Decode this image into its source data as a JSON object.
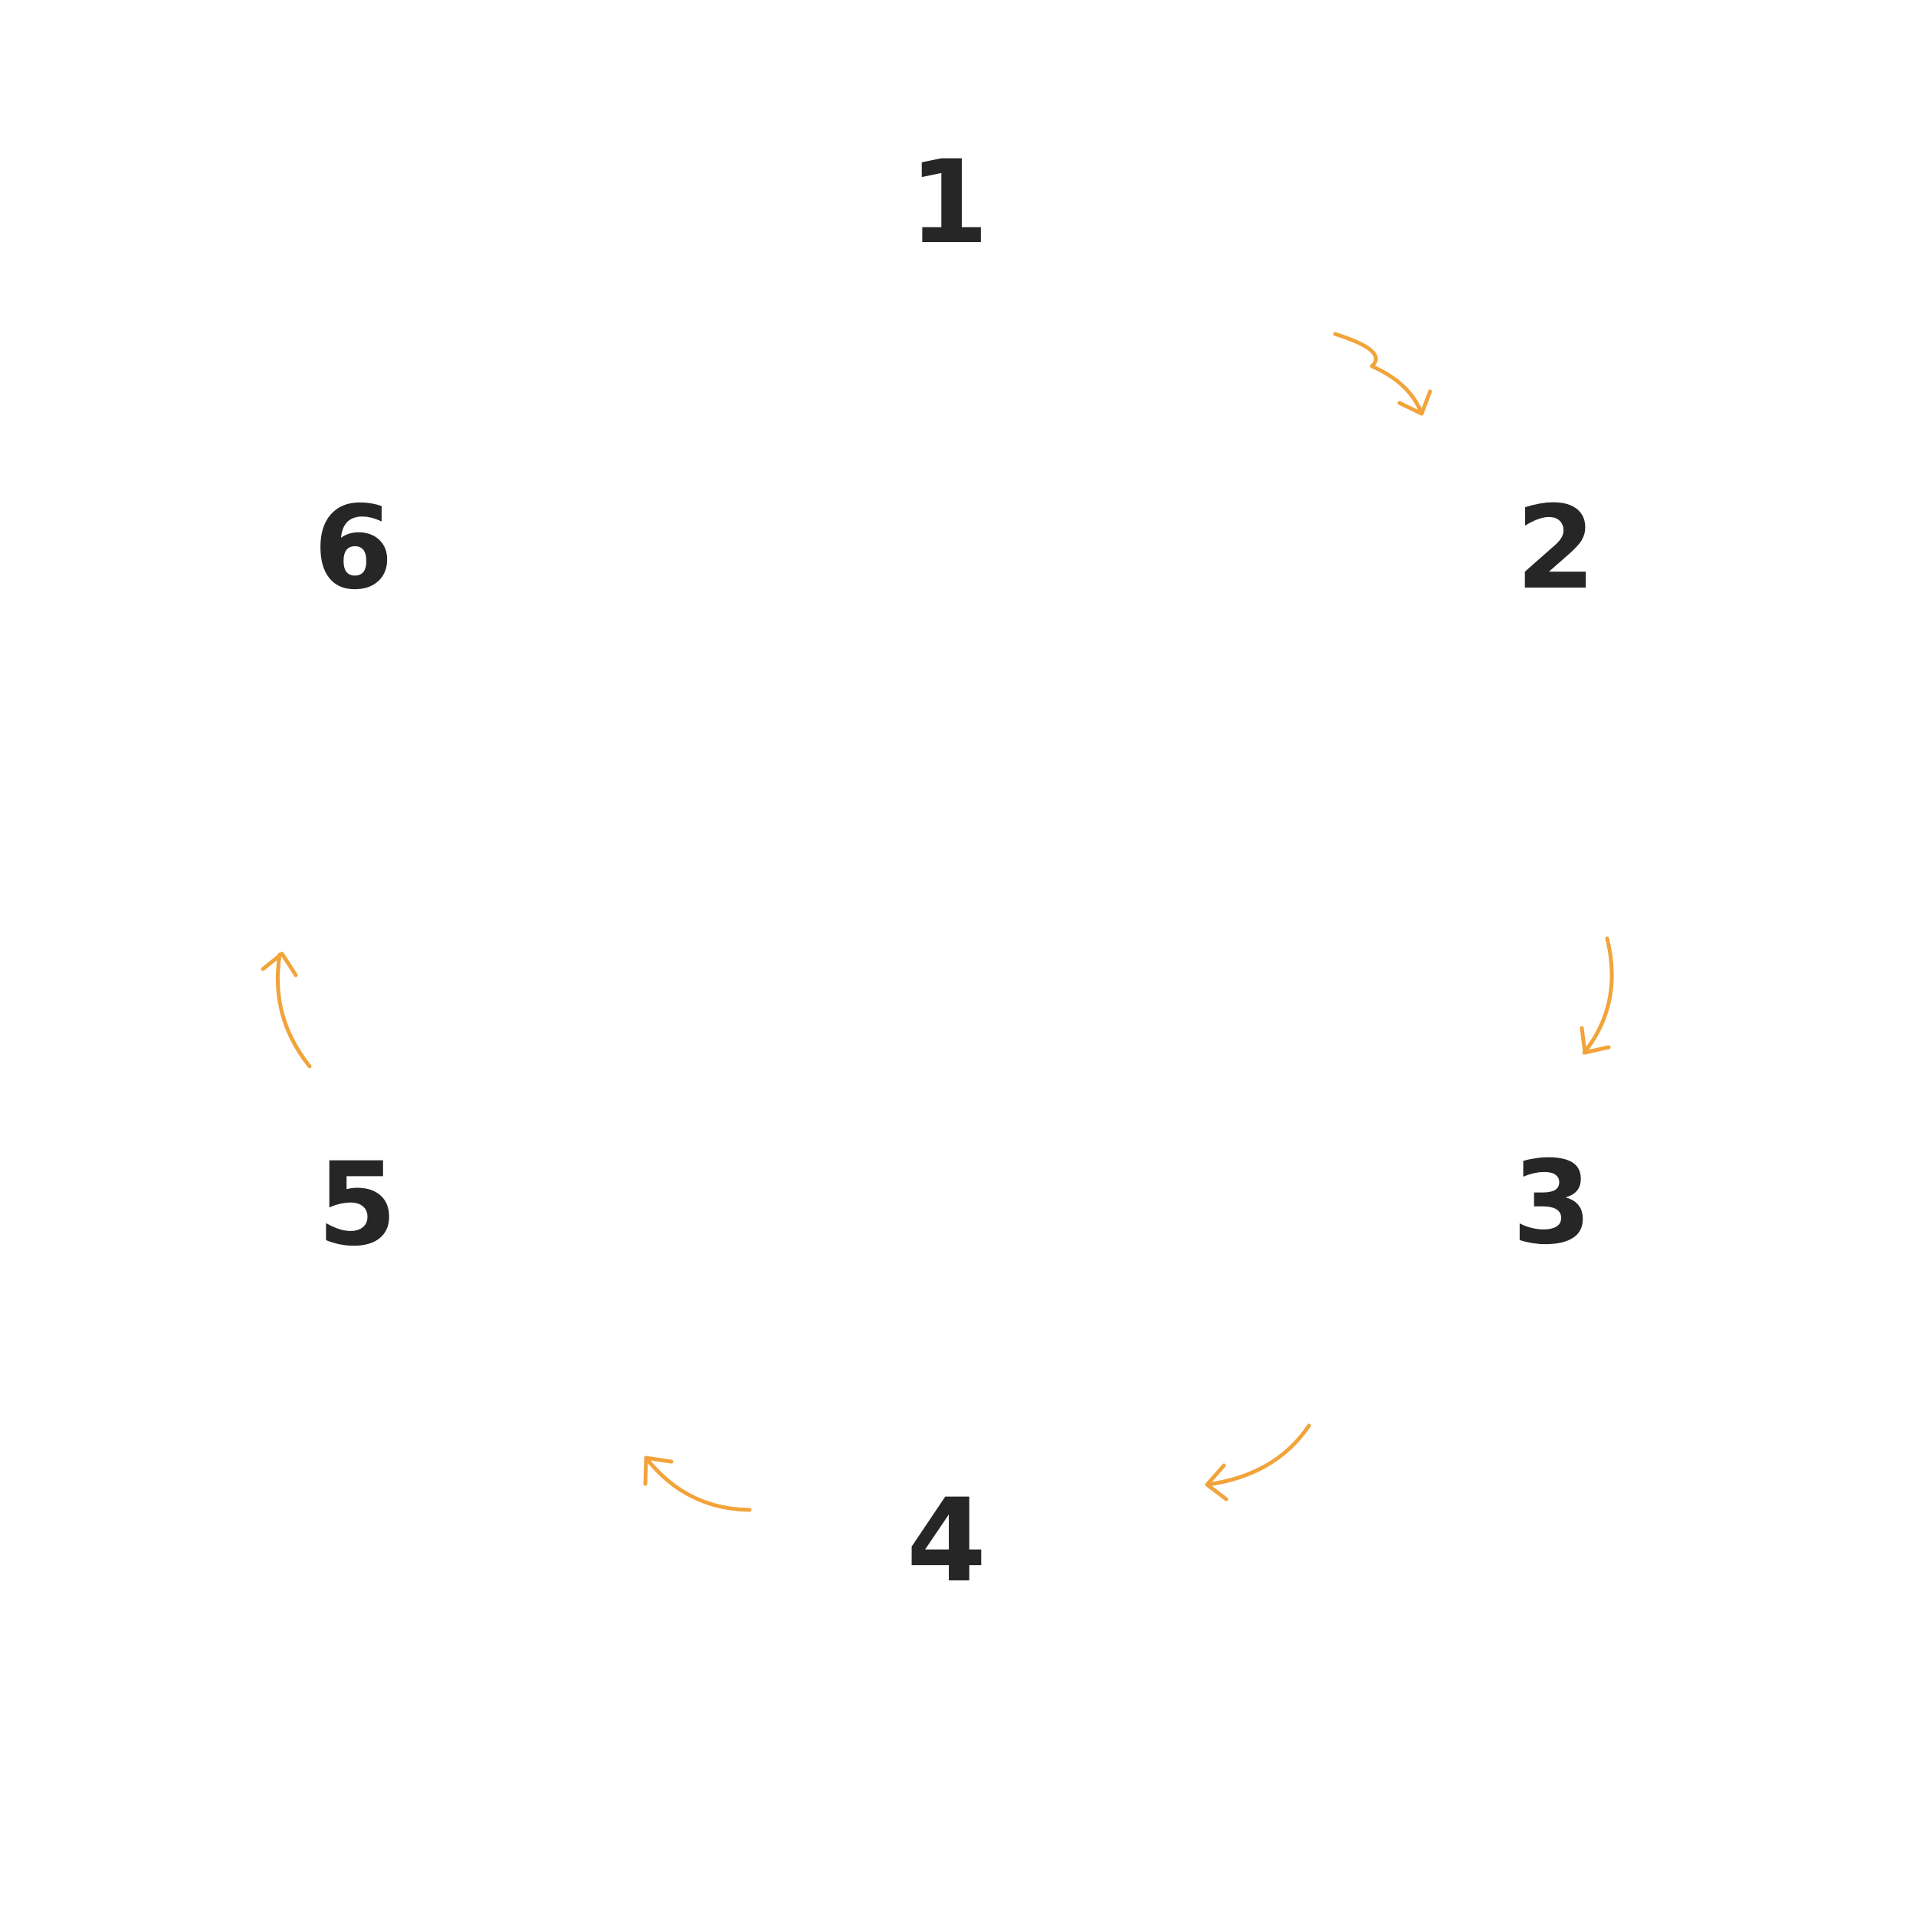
{
  "steps": [
    {
      "id": "step-1",
      "label": "1"
    },
    {
      "id": "step-2",
      "label": "2"
    },
    {
      "id": "step-3",
      "label": "3"
    },
    {
      "id": "step-4",
      "label": "4"
    },
    {
      "id": "step-5",
      "label": "5"
    },
    {
      "id": "step-6",
      "label": "6"
    }
  ],
  "colors": {
    "number": "#262626",
    "arrow": "#F2A33A",
    "background": "#ffffff"
  },
  "flow": [
    {
      "from": "1",
      "to": "2"
    },
    {
      "from": "2",
      "to": "3"
    },
    {
      "from": "3",
      "to": "4"
    },
    {
      "from": "4",
      "to": "5"
    },
    {
      "from": "5",
      "to": "6"
    }
  ]
}
